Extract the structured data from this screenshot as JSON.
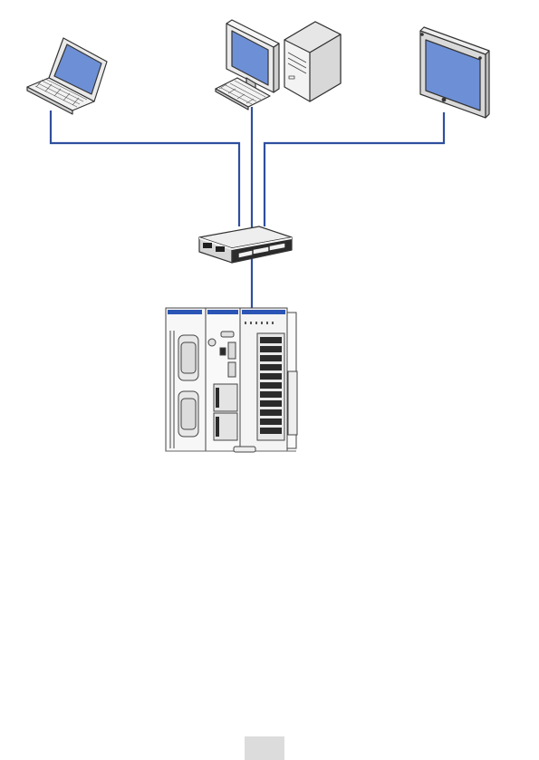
{
  "diagram": {
    "type": "network-topology",
    "nodes": [
      {
        "id": "laptop",
        "icon": "laptop-icon"
      },
      {
        "id": "desktop",
        "icon": "desktop-computer-icon"
      },
      {
        "id": "hmi",
        "icon": "touch-panel-icon"
      },
      {
        "id": "switch",
        "icon": "ethernet-switch-icon"
      },
      {
        "id": "plc",
        "icon": "plc-controller-icon"
      }
    ],
    "edges": [
      {
        "from": "laptop",
        "to": "switch"
      },
      {
        "from": "desktop",
        "to": "switch"
      },
      {
        "from": "hmi",
        "to": "switch"
      },
      {
        "from": "switch",
        "to": "plc"
      }
    ],
    "colors": {
      "cable": "#2f4f9e",
      "screen": "#6d8fd6",
      "outline": "#333333",
      "accent": "#2b55b5"
    }
  },
  "footer": {
    "page_number": ""
  }
}
